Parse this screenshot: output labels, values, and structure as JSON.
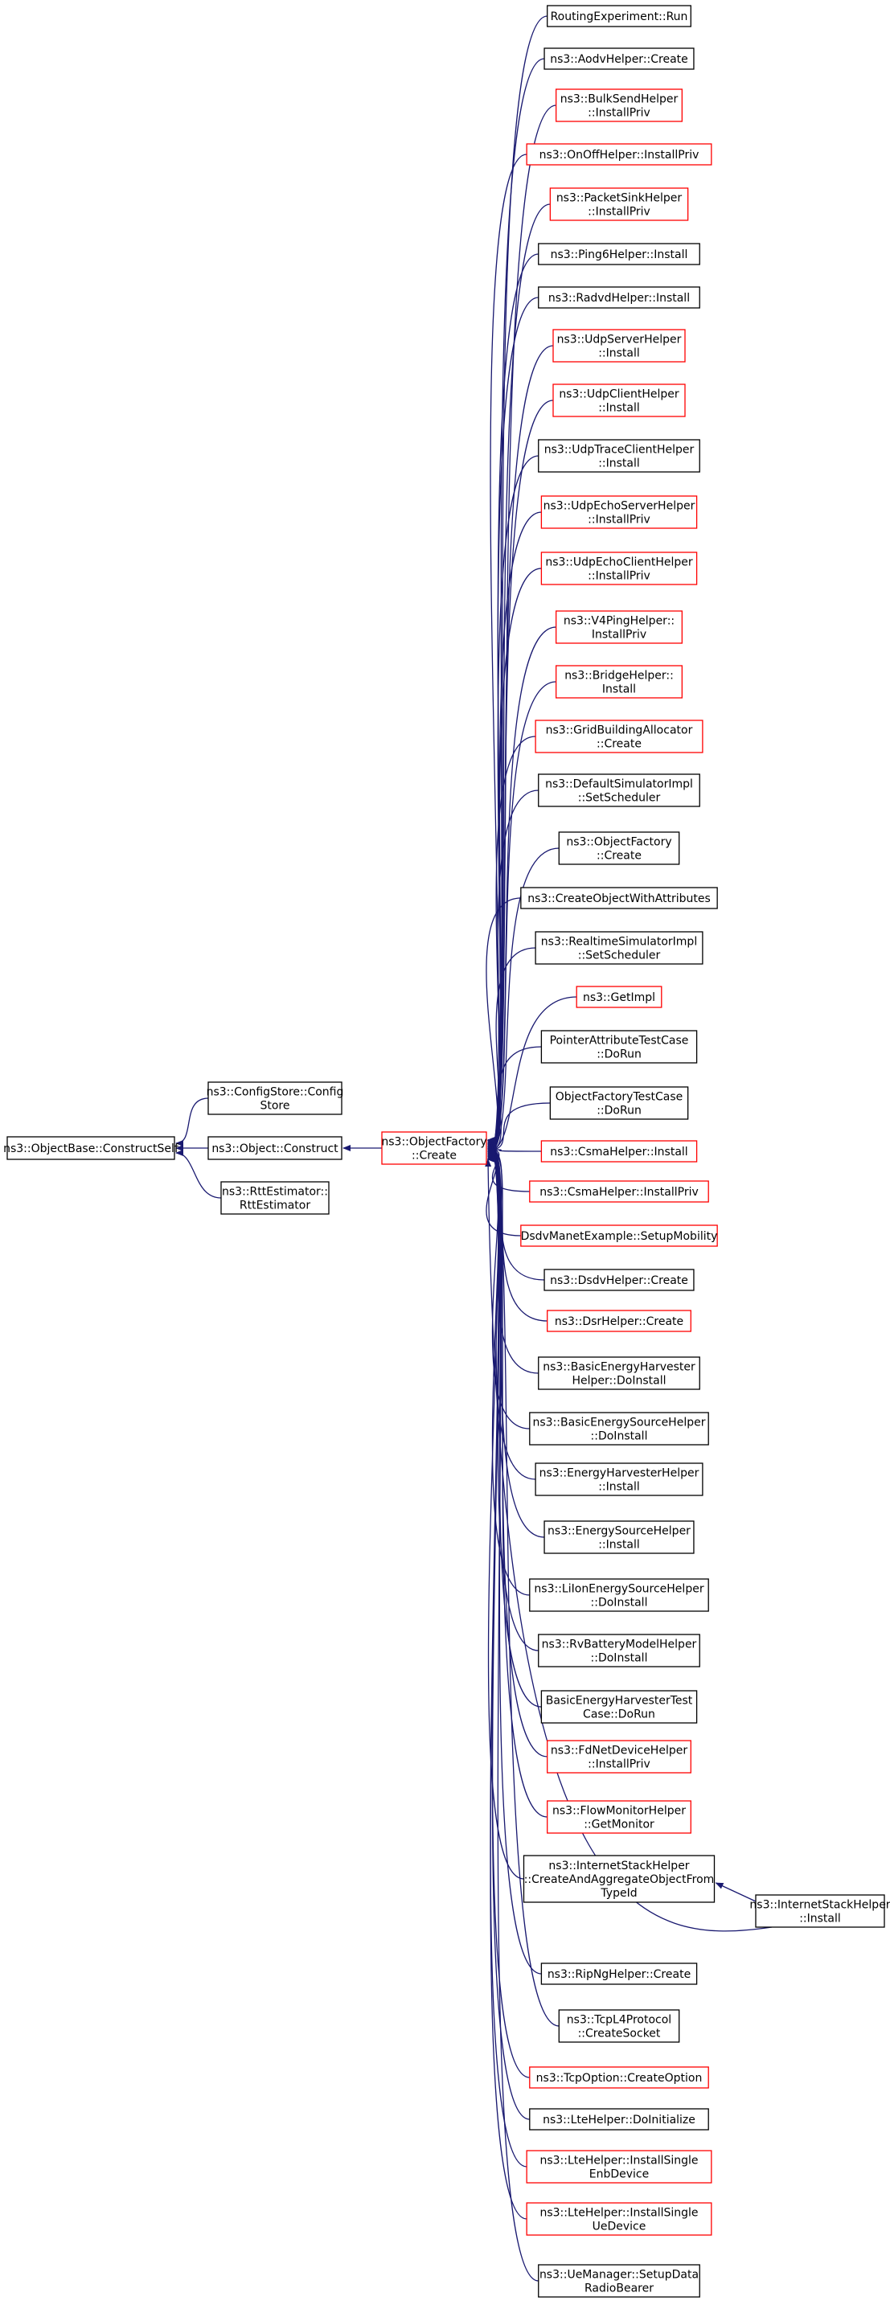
{
  "colors": {
    "edge": "#191970",
    "documented_border": "#000000",
    "undocumented_border": "#ff0000",
    "root_fill": "#bfbfbf"
  },
  "root": {
    "lines": [
      "ns3::ObjectBase::ConstructSelf"
    ]
  },
  "level1": [
    {
      "lines": [
        "ns3::ConfigStore::Config",
        "Store"
      ],
      "border": "black"
    },
    {
      "lines": [
        "ns3::Object::Construct"
      ],
      "border": "black"
    },
    {
      "lines": [
        "ns3::RttEstimator::",
        "RttEstimator"
      ],
      "border": "black"
    }
  ],
  "factory": {
    "lines": [
      "ns3::ObjectFactory",
      "::Create"
    ],
    "border": "red"
  },
  "callers": [
    {
      "lines": [
        "RoutingExperiment::Run"
      ],
      "border": "black"
    },
    {
      "lines": [
        "ns3::AodvHelper::Create"
      ],
      "border": "black"
    },
    {
      "lines": [
        "ns3::BulkSendHelper",
        "::InstallPriv"
      ],
      "border": "red"
    },
    {
      "lines": [
        "ns3::OnOffHelper::InstallPriv"
      ],
      "border": "red"
    },
    {
      "lines": [
        "ns3::PacketSinkHelper",
        "::InstallPriv"
      ],
      "border": "red"
    },
    {
      "lines": [
        "ns3::Ping6Helper::Install"
      ],
      "border": "black"
    },
    {
      "lines": [
        "ns3::RadvdHelper::Install"
      ],
      "border": "black"
    },
    {
      "lines": [
        "ns3::UdpServerHelper",
        "::Install"
      ],
      "border": "red"
    },
    {
      "lines": [
        "ns3::UdpClientHelper",
        "::Install"
      ],
      "border": "red"
    },
    {
      "lines": [
        "ns3::UdpTraceClientHelper",
        "::Install"
      ],
      "border": "black"
    },
    {
      "lines": [
        "ns3::UdpEchoServerHelper",
        "::InstallPriv"
      ],
      "border": "red"
    },
    {
      "lines": [
        "ns3::UdpEchoClientHelper",
        "::InstallPriv"
      ],
      "border": "red"
    },
    {
      "lines": [
        "ns3::V4PingHelper::",
        "InstallPriv"
      ],
      "border": "red"
    },
    {
      "lines": [
        "ns3::BridgeHelper::",
        "Install"
      ],
      "border": "red"
    },
    {
      "lines": [
        "ns3::GridBuildingAllocator",
        "::Create"
      ],
      "border": "red"
    },
    {
      "lines": [
        "ns3::DefaultSimulatorImpl",
        "::SetScheduler"
      ],
      "border": "black"
    },
    {
      "lines": [
        "ns3::ObjectFactory",
        "::Create"
      ],
      "border": "black"
    },
    {
      "lines": [
        "ns3::CreateObjectWithAttributes"
      ],
      "border": "black"
    },
    {
      "lines": [
        "ns3::RealtimeSimulatorImpl",
        "::SetScheduler"
      ],
      "border": "black"
    },
    {
      "lines": [
        "ns3::GetImpl"
      ],
      "border": "red"
    },
    {
      "lines": [
        "PointerAttributeTestCase",
        "::DoRun"
      ],
      "border": "black"
    },
    {
      "lines": [
        "ObjectFactoryTestCase",
        "::DoRun"
      ],
      "border": "black"
    },
    {
      "lines": [
        "ns3::CsmaHelper::Install"
      ],
      "border": "red"
    },
    {
      "lines": [
        "ns3::CsmaHelper::InstallPriv"
      ],
      "border": "red"
    },
    {
      "lines": [
        "DsdvManetExample::SetupMobility"
      ],
      "border": "red"
    },
    {
      "lines": [
        "ns3::DsdvHelper::Create"
      ],
      "border": "black"
    },
    {
      "lines": [
        "ns3::DsrHelper::Create"
      ],
      "border": "red"
    },
    {
      "lines": [
        "ns3::BasicEnergyHarvester",
        "Helper::DoInstall"
      ],
      "border": "black"
    },
    {
      "lines": [
        "ns3::BasicEnergySourceHelper",
        "::DoInstall"
      ],
      "border": "black"
    },
    {
      "lines": [
        "ns3::EnergyHarvesterHelper",
        "::Install"
      ],
      "border": "black"
    },
    {
      "lines": [
        "ns3::EnergySourceHelper",
        "::Install"
      ],
      "border": "black"
    },
    {
      "lines": [
        "ns3::LiIonEnergySourceHelper",
        "::DoInstall"
      ],
      "border": "black"
    },
    {
      "lines": [
        "ns3::RvBatteryModelHelper",
        "::DoInstall"
      ],
      "border": "black"
    },
    {
      "lines": [
        "BasicEnergyHarvesterTest",
        "Case::DoRun"
      ],
      "border": "black"
    },
    {
      "lines": [
        "ns3::FdNetDeviceHelper",
        "::InstallPriv"
      ],
      "border": "red"
    },
    {
      "lines": [
        "ns3::FlowMonitorHelper",
        "::GetMonitor"
      ],
      "border": "red"
    },
    {
      "lines": [
        "ns3::InternetStackHelper",
        "::CreateAndAggregateObjectFrom",
        "TypeId"
      ],
      "border": "black"
    },
    {
      "lines": [
        "ns3::RipNgHelper::Create"
      ],
      "border": "black"
    },
    {
      "lines": [
        "ns3::TcpL4Protocol",
        "::CreateSocket"
      ],
      "border": "black"
    },
    {
      "lines": [
        "ns3::TcpOption::CreateOption"
      ],
      "border": "red"
    },
    {
      "lines": [
        "ns3::LteHelper::DoInitialize"
      ],
      "border": "black"
    },
    {
      "lines": [
        "ns3::LteHelper::InstallSingle",
        "EnbDevice"
      ],
      "border": "red"
    },
    {
      "lines": [
        "ns3::LteHelper::InstallSingle",
        "UeDevice"
      ],
      "border": "red"
    },
    {
      "lines": [
        "ns3::UeManager::SetupData",
        "RadioBearer"
      ],
      "border": "black"
    }
  ],
  "outer": {
    "lines": [
      "ns3::InternetStackHelper",
      "::Install"
    ],
    "border": "black"
  }
}
